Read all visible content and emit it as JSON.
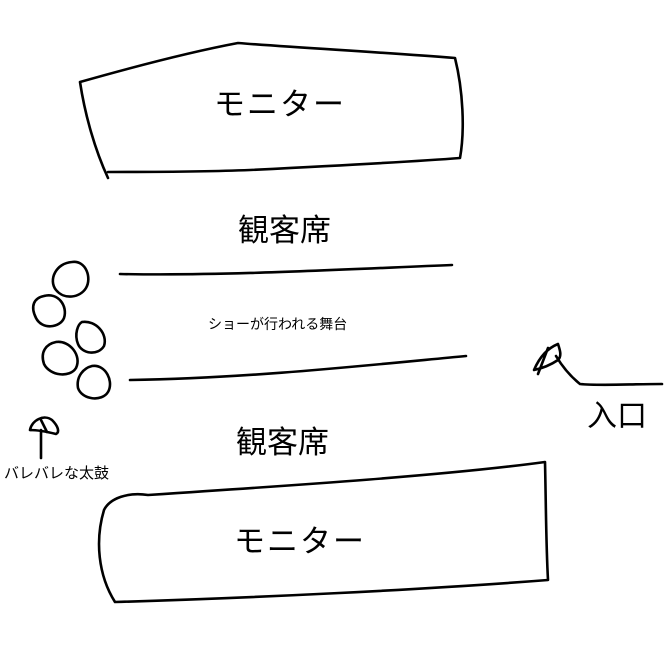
{
  "top_monitor": {
    "label": "モニター"
  },
  "top_seats": {
    "label": "観客席"
  },
  "stage": {
    "label": "ショーが行われる舞台"
  },
  "bottom_seats": {
    "label": "観客席"
  },
  "bottom_monitor": {
    "label": "モニター"
  },
  "drums": {
    "label": "バレバレな太鼓"
  },
  "entrance": {
    "label": "入口"
  }
}
